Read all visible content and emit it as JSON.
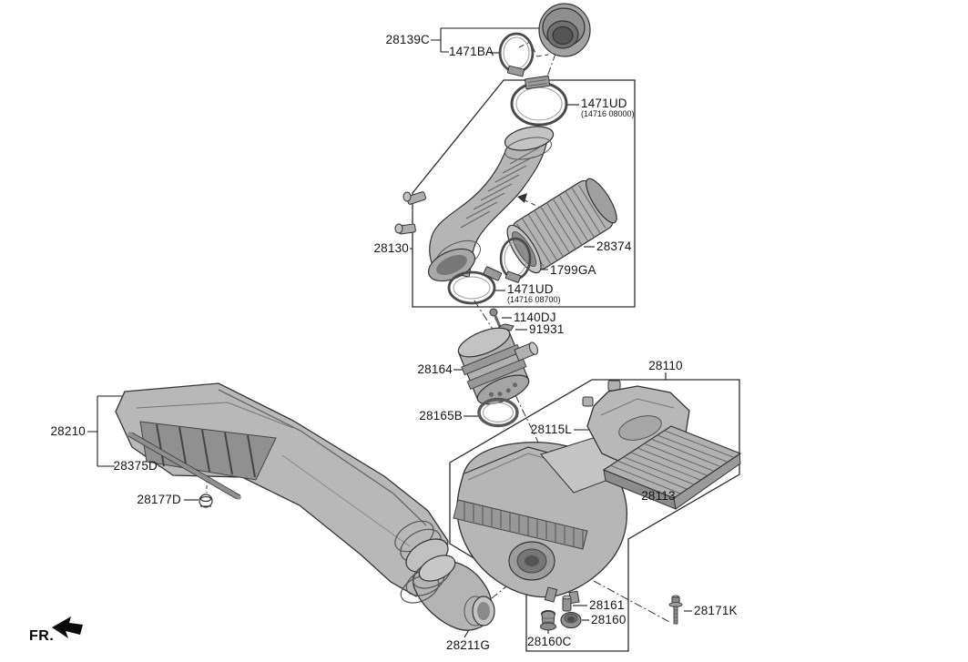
{
  "diagram": {
    "type": "exploded-parts-diagram",
    "direction_label": "FR.",
    "parts": {
      "p28139C": "28139C",
      "p1471BA": "1471BA",
      "p1471UD_top": {
        "label": "1471UD",
        "sub": "(14716 08000)"
      },
      "p28130": "28130",
      "p28374": "28374",
      "p1799GA": "1799GA",
      "p1471UD_bottom": {
        "label": "1471UD",
        "sub": "(14716 08700)"
      },
      "p1140DJ": "1140DJ",
      "p91931": "91931",
      "p28164": "28164",
      "p28110": "28110",
      "p28165B": "28165B",
      "p28115L": "28115L",
      "p28113": "28113",
      "p28210": "28210",
      "p28375D": "28375D",
      "p28177D": "28177D",
      "p28161": "28161",
      "p28160": "28160",
      "p28160C": "28160C",
      "p28171K": "28171K",
      "p28211G": "28211G"
    }
  },
  "colors": {
    "line": "#2b2b2b",
    "part_fill": "#b6b6b6",
    "part_dark": "#8c8c8c",
    "background": "#ffffff",
    "label_text": "#141414"
  }
}
